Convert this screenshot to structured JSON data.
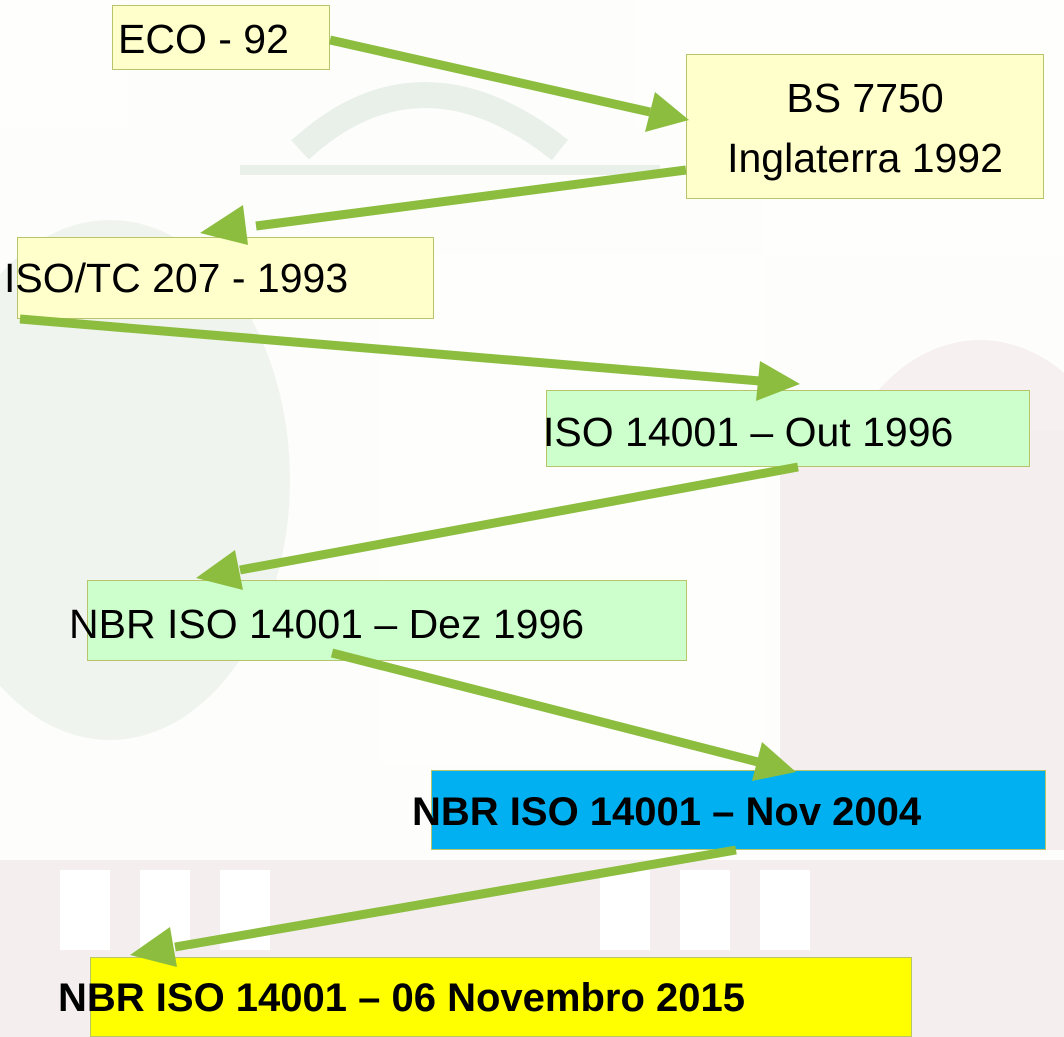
{
  "colors": {
    "arrow": "#8cbd3f",
    "box_yellow": "#ffffcc",
    "box_green": "#ccffcc",
    "box_blue": "#00b0f0",
    "box_highlight": "#ffff00"
  },
  "nodes": [
    {
      "id": "eco92",
      "text": "ECO - 92"
    },
    {
      "id": "bs7750",
      "line1": "BS 7750",
      "line2": "Inglaterra 1992"
    },
    {
      "id": "isotc207",
      "text": "ISO/TC 207 - 1993"
    },
    {
      "id": "iso14001_1996",
      "text": "ISO 14001 – Out 1996"
    },
    {
      "id": "nbr_1996",
      "text": "NBR ISO 14001 – Dez 1996"
    },
    {
      "id": "nbr_2004",
      "text": "NBR ISO 14001 – Nov 2004"
    },
    {
      "id": "nbr_2015",
      "text": "NBR ISO 14001 – 06 Novembro 2015"
    }
  ]
}
